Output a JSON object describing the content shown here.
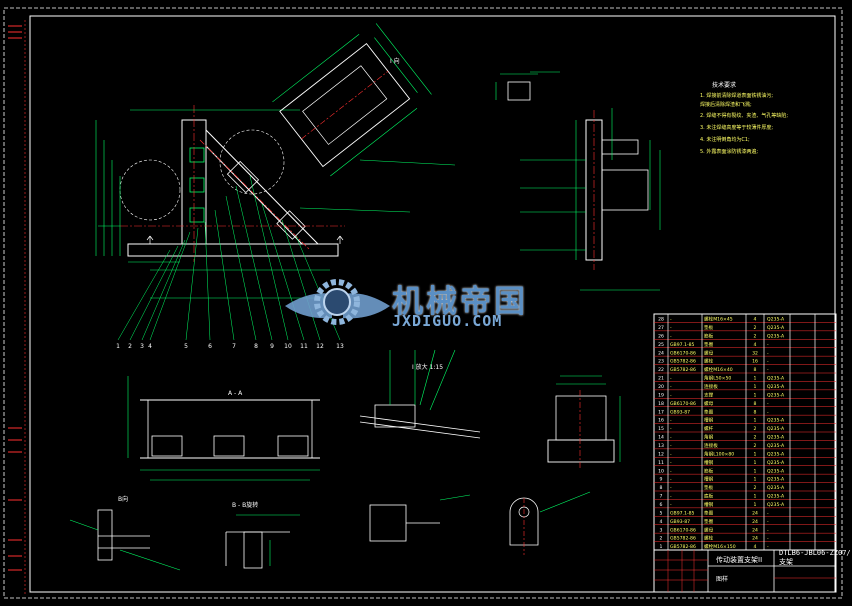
{
  "drawing": {
    "title_block_name": "传动装置支架II",
    "title_block_code": "DTLB6-JBL06-ZZ07/支架",
    "title_block_label": "图样"
  },
  "notes": {
    "title": "技术要求",
    "items": [
      "1. 焊接前清除焊道表面铁锈油污;",
      "   焊接后清除焊渣和飞溅;",
      "2. 焊缝不得有裂纹、夹渣、气孔等缺陷;",
      "3. 未注焊缝高度等于较薄件厚度;",
      "4. 未注明倒角均为C1;",
      "5. 外露表面涂防锈漆两遍;"
    ]
  },
  "views": {
    "section_aa": "A - A",
    "view_b": "B向",
    "section_bb": "B - B旋转",
    "view_i": "I 放大 1:15",
    "view_top": "I 向"
  },
  "part_numbers_bottom": [
    "1",
    "2",
    "3",
    "4",
    "5",
    "6",
    "7",
    "8",
    "9",
    "10",
    "11",
    "12",
    "13"
  ],
  "watermark": {
    "main": "机械帝国",
    "sub": "JXDIGUO.COM"
  },
  "bom_rows": [
    {
      "no": "28",
      "code": "-",
      "name": "螺栓M16×45",
      "qty": "4",
      "mat": "Q235-A"
    },
    {
      "no": "27",
      "code": "-",
      "name": "垫板",
      "qty": "2",
      "mat": "Q235-A"
    },
    {
      "no": "26",
      "code": "-",
      "name": "筋板",
      "qty": "2",
      "mat": "Q235-A"
    },
    {
      "no": "25",
      "code": "GB97.1-85",
      "name": "垫圈",
      "qty": "4",
      "mat": "-"
    },
    {
      "no": "24",
      "code": "GB6170-86",
      "name": "螺母",
      "qty": "32",
      "mat": "-"
    },
    {
      "no": "23",
      "code": "GB5782-86",
      "name": "螺栓",
      "qty": "16",
      "mat": "-"
    },
    {
      "no": "22",
      "code": "GB5782-86",
      "name": "螺栓M16×40",
      "qty": "8",
      "mat": "-"
    },
    {
      "no": "21",
      "code": "-",
      "name": "角钢L50×50",
      "qty": "1",
      "mat": "Q235-A"
    },
    {
      "no": "20",
      "code": "-",
      "name": "连接板",
      "qty": "1",
      "mat": "Q235-A"
    },
    {
      "no": "19",
      "code": "-",
      "name": "支撑",
      "qty": "1",
      "mat": "Q235-A"
    },
    {
      "no": "18",
      "code": "GB6170-86",
      "name": "螺母",
      "qty": "8",
      "mat": "-"
    },
    {
      "no": "17",
      "code": "GB93-87",
      "name": "垫圈",
      "qty": "8",
      "mat": "-"
    },
    {
      "no": "16",
      "code": "-",
      "name": "槽钢",
      "qty": "1",
      "mat": "Q235-A"
    },
    {
      "no": "15",
      "code": "-",
      "name": "螺杆",
      "qty": "2",
      "mat": "Q235-A"
    },
    {
      "no": "14",
      "code": "-",
      "name": "角钢",
      "qty": "2",
      "mat": "Q235-A"
    },
    {
      "no": "13",
      "code": "-",
      "name": "连接板",
      "qty": "2",
      "mat": "Q235-A"
    },
    {
      "no": "12",
      "code": "-",
      "name": "角钢L100×80",
      "qty": "1",
      "mat": "Q235-A"
    },
    {
      "no": "11",
      "code": "-",
      "name": "槽钢",
      "qty": "1",
      "mat": "Q235-A"
    },
    {
      "no": "10",
      "code": "-",
      "name": "筋板",
      "qty": "1",
      "mat": "Q235-A"
    },
    {
      "no": "9",
      "code": "-",
      "name": "槽钢",
      "qty": "1",
      "mat": "Q235-A"
    },
    {
      "no": "8",
      "code": "-",
      "name": "垫板",
      "qty": "2",
      "mat": "Q235-A"
    },
    {
      "no": "7",
      "code": "-",
      "name": "底板",
      "qty": "1",
      "mat": "Q235-A"
    },
    {
      "no": "6",
      "code": "-",
      "name": "槽钢",
      "qty": "1",
      "mat": "Q235-A"
    },
    {
      "no": "5",
      "code": "GB97.1-85",
      "name": "垫圈",
      "qty": "24",
      "mat": "-"
    },
    {
      "no": "4",
      "code": "GB93-87",
      "name": "垫圈",
      "qty": "24",
      "mat": "-"
    },
    {
      "no": "3",
      "code": "GB6170-86",
      "name": "螺母",
      "qty": "24",
      "mat": "-"
    },
    {
      "no": "2",
      "code": "GB5782-86",
      "name": "螺栓",
      "qty": "24",
      "mat": "-"
    },
    {
      "no": "1",
      "code": "GB5782-86",
      "name": "螺栓M16×150",
      "qty": "4",
      "mat": "-"
    }
  ]
}
